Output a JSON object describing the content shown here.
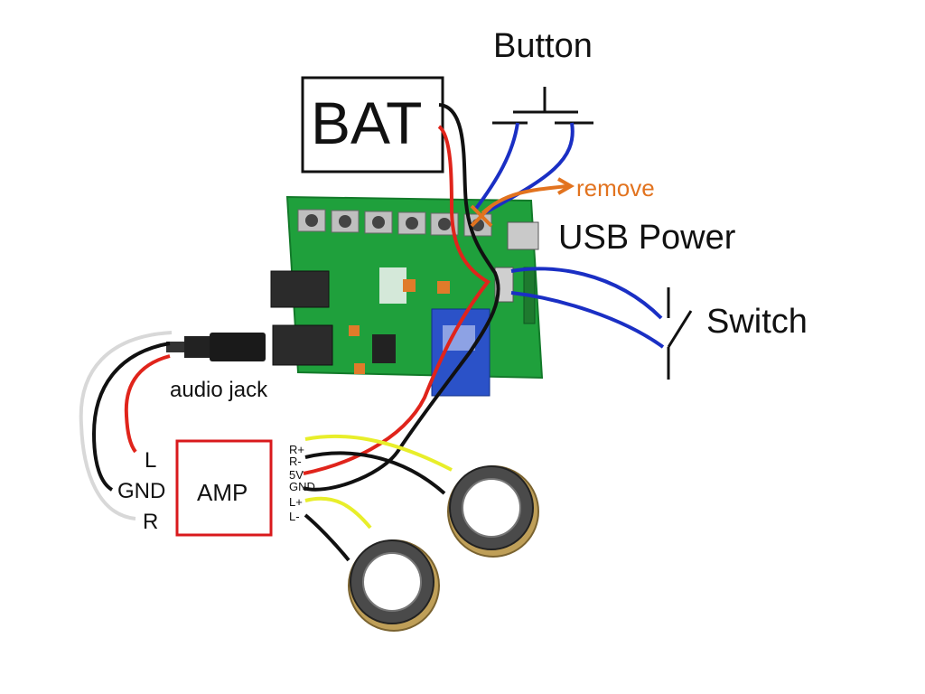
{
  "labels": {
    "button": "Button",
    "bat": "BAT",
    "remove": "remove",
    "usb_power": "USB Power",
    "switch": "Switch",
    "audio_jack": "audio jack",
    "amp": "AMP",
    "amp_in_l": "L",
    "amp_in_gnd": "GND",
    "amp_in_r": "R",
    "pin_r_plus": "R+",
    "pin_r_minus": "R-",
    "pin_5v": "5V",
    "pin_gnd": "GND",
    "pin_l_plus": "L+",
    "pin_l_minus": "L-"
  },
  "colors": {
    "wire_red": "#e0241b",
    "wire_black": "#111111",
    "wire_blue": "#1a2fc4",
    "wire_yellow": "#e8ee2a",
    "wire_white": "#d8d8d8",
    "remove_orange": "#e2731f",
    "pcb_green": "#1fa03c",
    "amp_box": "#d9191c"
  }
}
